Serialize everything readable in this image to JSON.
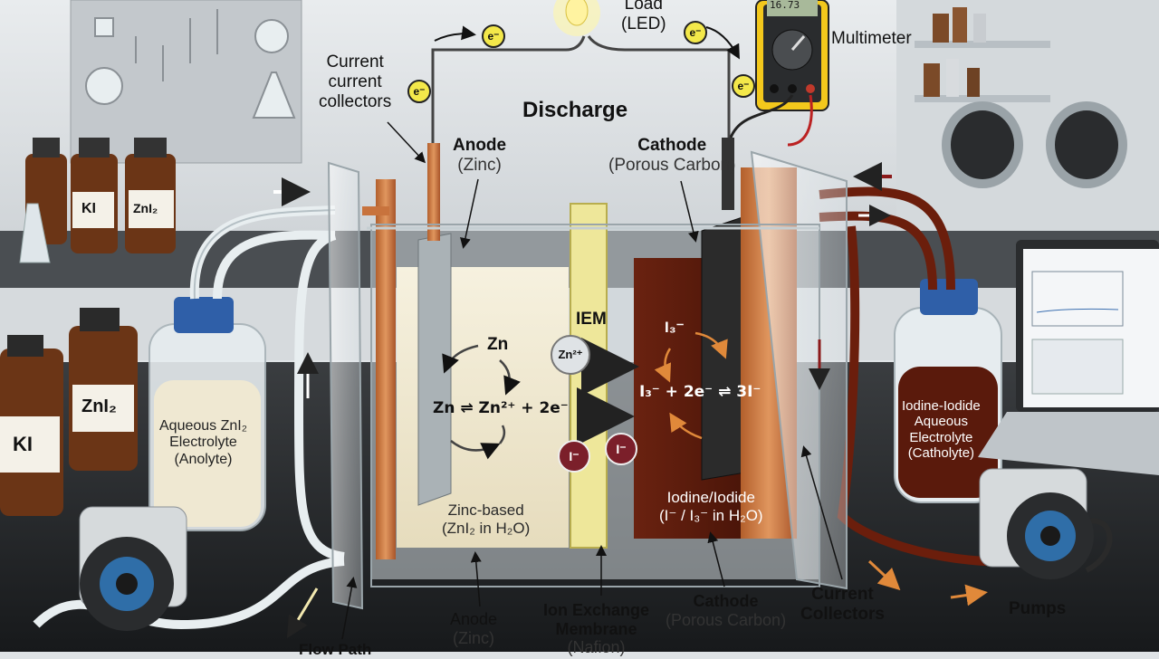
{
  "title": "Discharge",
  "load": {
    "line1": "Load",
    "line2": "(LED)"
  },
  "multimeter": {
    "label": "Multimeter"
  },
  "current_collectors_top": {
    "line1": "Current",
    "line2": "current",
    "line3": "collectors"
  },
  "electron": "e⁻",
  "anode_top": {
    "name": "Anode",
    "material": "(Zinc)"
  },
  "cathode_top": {
    "name": "Cathode",
    "material": "(Porous Carbon)"
  },
  "iem": "IEM",
  "anolyte_reaction": {
    "species": "Zn",
    "equation": "Zn ⇌ Zn²⁺ + 2e⁻"
  },
  "catholyte_reaction": {
    "species": "I₃⁻",
    "equation": "I₃⁻ + 2e⁻ ⇌ 3I⁻"
  },
  "ions": {
    "zinc": "Zn²⁺",
    "iodide": "I⁻"
  },
  "anolyte_base": {
    "line1": "Zinc-based",
    "line2": "(ZnI₂ in H₂O)"
  },
  "catholyte_base": {
    "line1": "Iodine/Iodide",
    "line2": "(I⁻ / I₃⁻ in H₂O)"
  },
  "anolyte_tank": {
    "line1": "Aqueous ZnI₂",
    "line2": "Electrolyte",
    "line3": "(Anolyte)"
  },
  "catholyte_tank": {
    "line1": "Iodine-Iodide",
    "line2": "Aqueous",
    "line3": "Electrolyte",
    "line4": "(Catholyte)"
  },
  "reagents": {
    "ki": "KI",
    "zni2": "ZnI₂"
  },
  "bottom_labels": {
    "anode": {
      "name": "Anode",
      "material": "(Zinc)"
    },
    "membrane": {
      "line1": "Ion Exchange",
      "line2": "Membrane",
      "line3": "(Nafion)"
    },
    "cathode": {
      "name": "Cathode",
      "material": "(Porous Carbon)"
    },
    "collectors": {
      "line1": "Current",
      "line2": "Collectors"
    },
    "pumps": "Pumps",
    "flow_path": "Flow Path"
  },
  "multimeter_display": "16.73",
  "colors": {
    "catholyte": "#5a1a0c",
    "anolyte": "#efe8d2",
    "membrane": "#eee79a",
    "copper": "#c8733d",
    "electron": "#f3e84a"
  }
}
